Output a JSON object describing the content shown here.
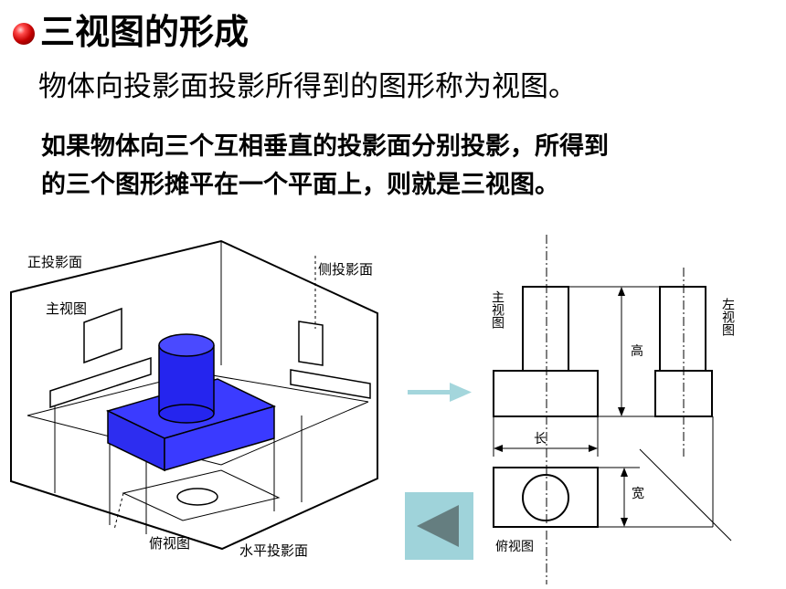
{
  "heading": {
    "title": "三视图的形成"
  },
  "definition": "物体向投影面投影所得到的图形称为视图。",
  "explanation": {
    "line1": "如果物体向三个互相垂直的投影面分别投影，所得到",
    "line2": "的三个图形摊平在一个平面上，则就是三视图。"
  },
  "iso_figure": {
    "label_front_plane": "正投影面",
    "label_side_plane": "侧投影面",
    "label_main_view": "主视图",
    "label_top_view": "俯视图",
    "label_horizontal_plane": "水平投影面",
    "object_color": "#3b3bff"
  },
  "ortho_figure": {
    "label_main_view": "主视图",
    "label_left_view": "左视图",
    "label_top_view": "俯视图",
    "dim_height": "高",
    "dim_length": "长",
    "dim_width": "宽"
  },
  "arrow_color": "#a4d6dc",
  "back_button_color": "#9fd3da"
}
